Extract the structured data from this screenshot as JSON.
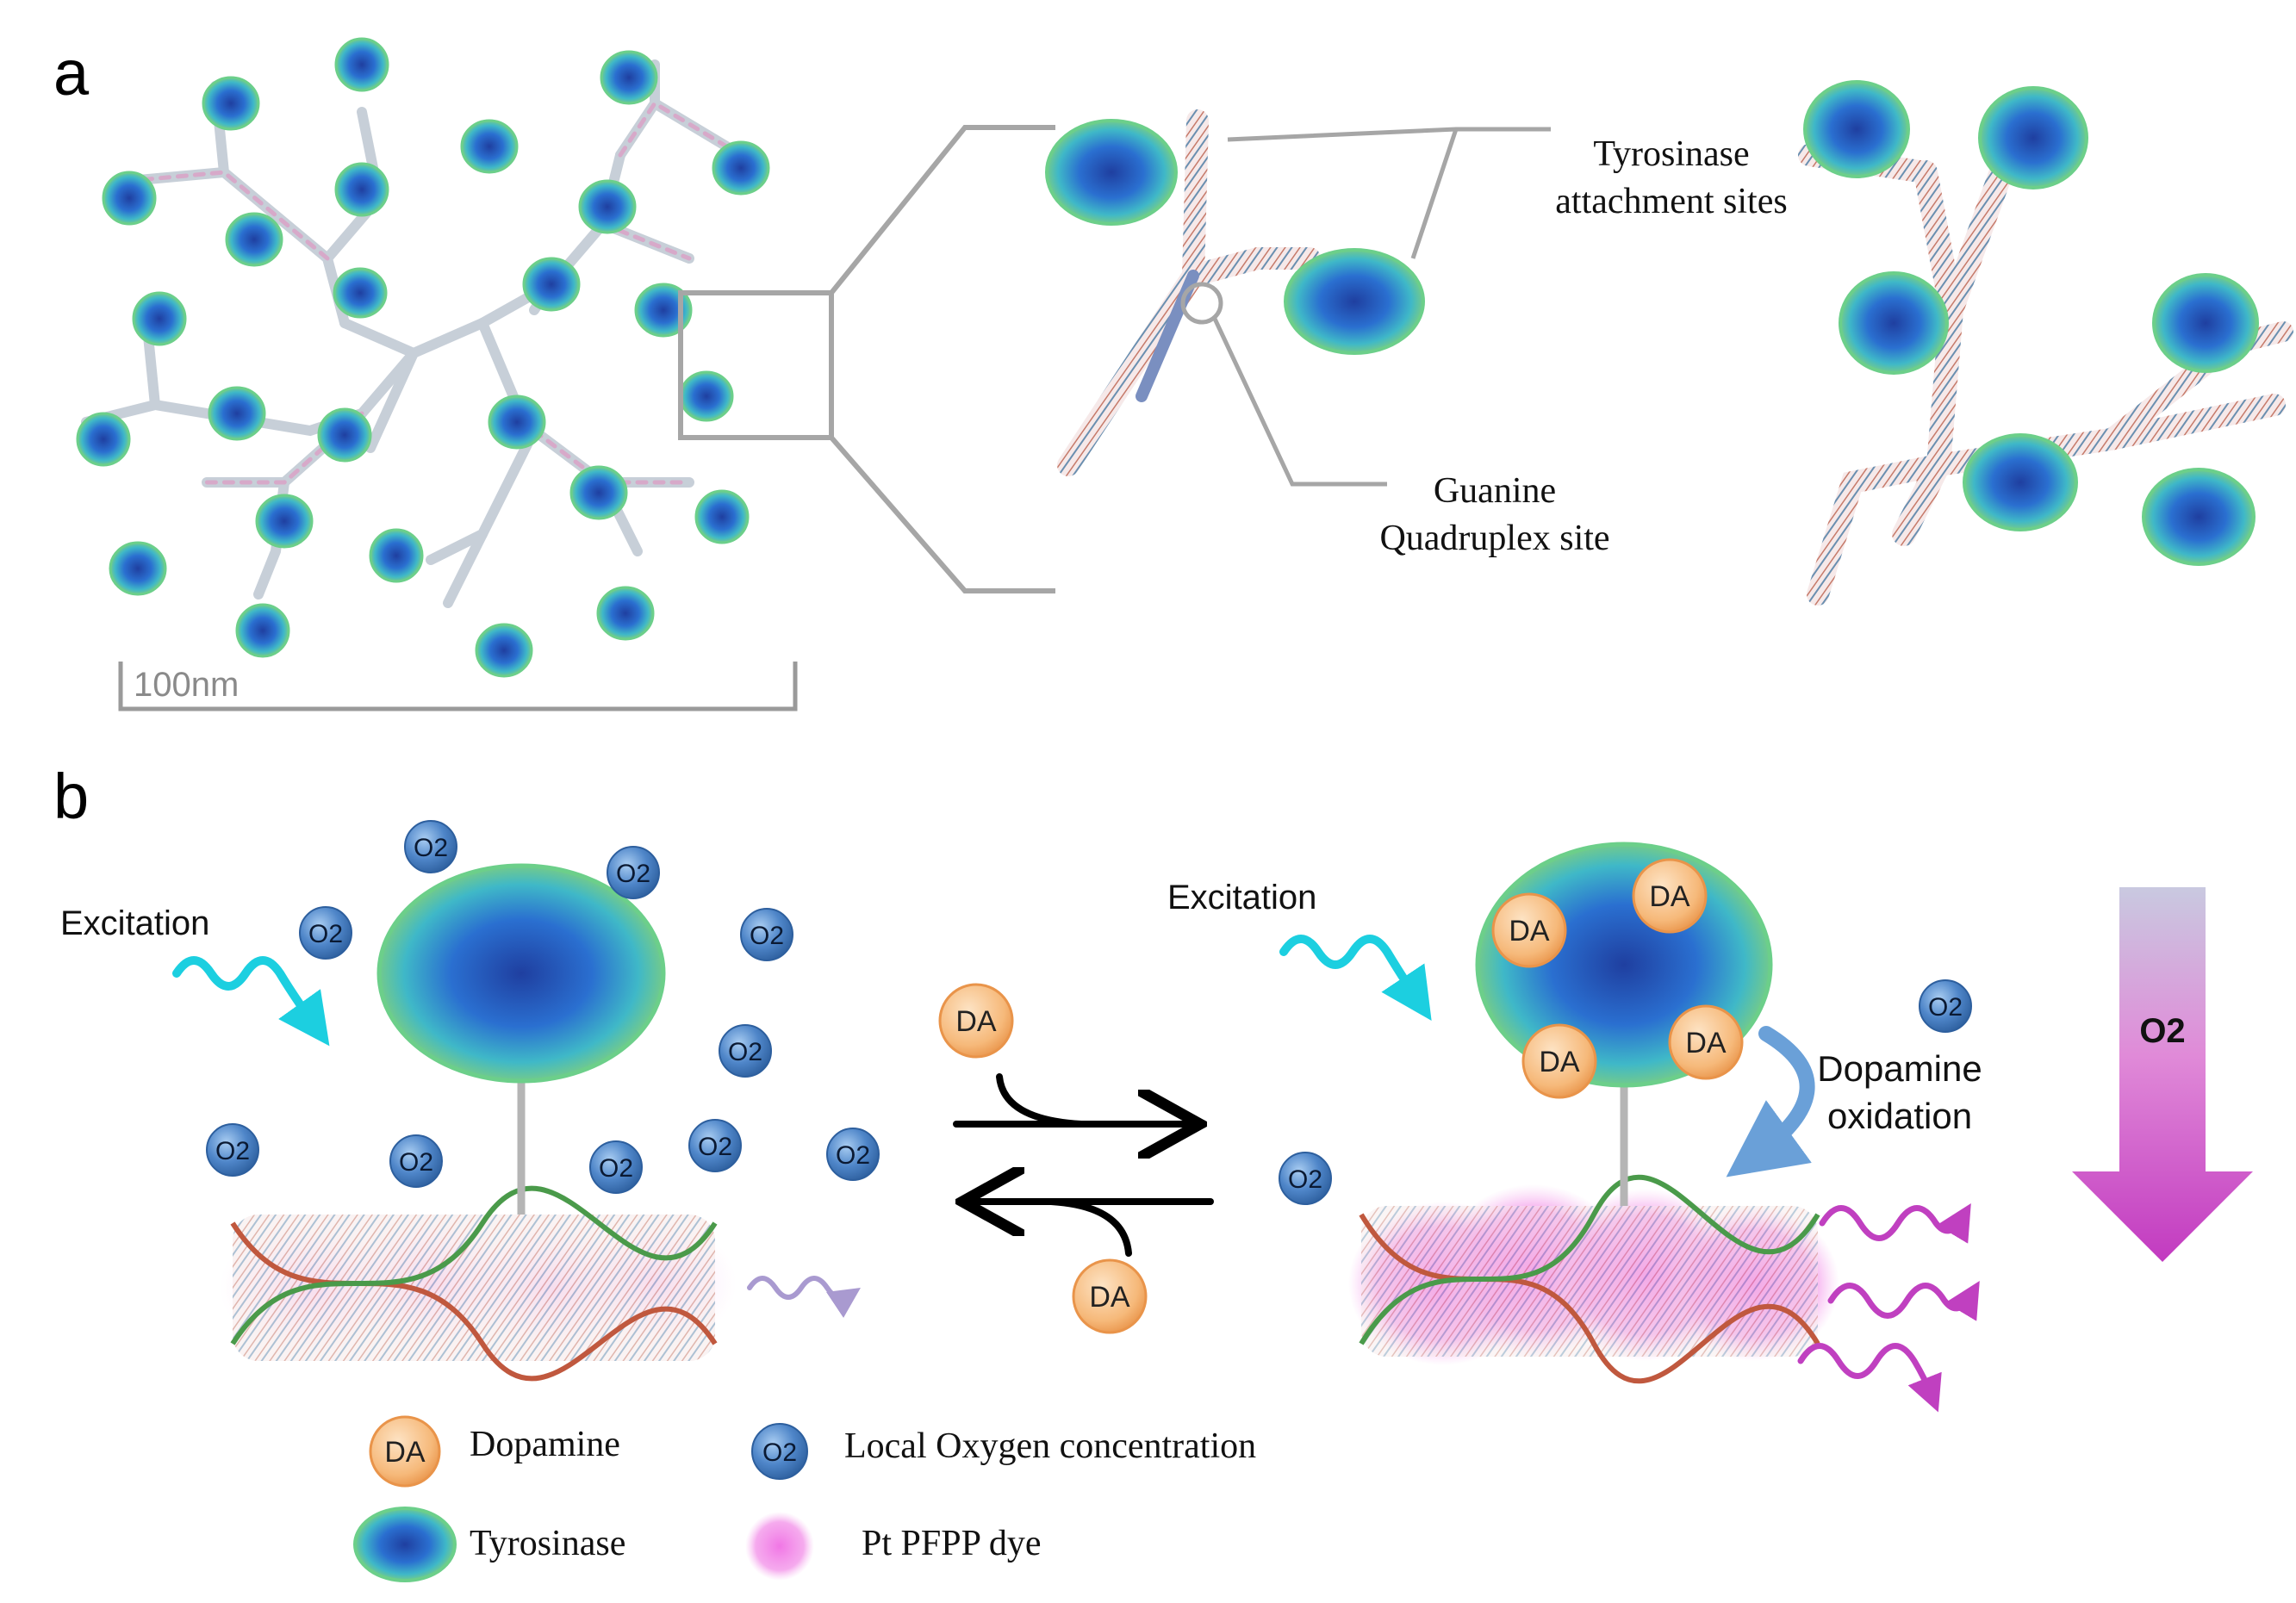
{
  "panels": {
    "a": {
      "label": "a",
      "scale_bar": "100nm",
      "callout_tyrosinase": [
        "Tyrosinase",
        "attachment sites"
      ],
      "callout_quadruplex": [
        "Guanine",
        "Quadruplex site"
      ]
    },
    "b": {
      "label": "b",
      "excitation_left": "Excitation",
      "excitation_right": "Excitation",
      "molecule_o2": "O2",
      "molecule_da": "DA",
      "dopamine_oxidation": [
        "Dopamine",
        "oxidation"
      ],
      "gradient_arrow_label": "O2"
    }
  },
  "legend": {
    "dopamine": "Dopamine",
    "oxygen": "Local Oxygen concentration",
    "tyrosinase": "Tyrosinase",
    "dye": "Pt PFPP dye"
  },
  "colors": {
    "oxygen_fill": "#4f86c9",
    "dopamine_fill": "#f6b97a",
    "dye_pink": "#f28ee8",
    "excitation_cyan": "#1ccfe0",
    "emission_magenta": "#c040c0",
    "gradient_top": "#c9c9e0",
    "gradient_bottom": "#c23ac0"
  }
}
